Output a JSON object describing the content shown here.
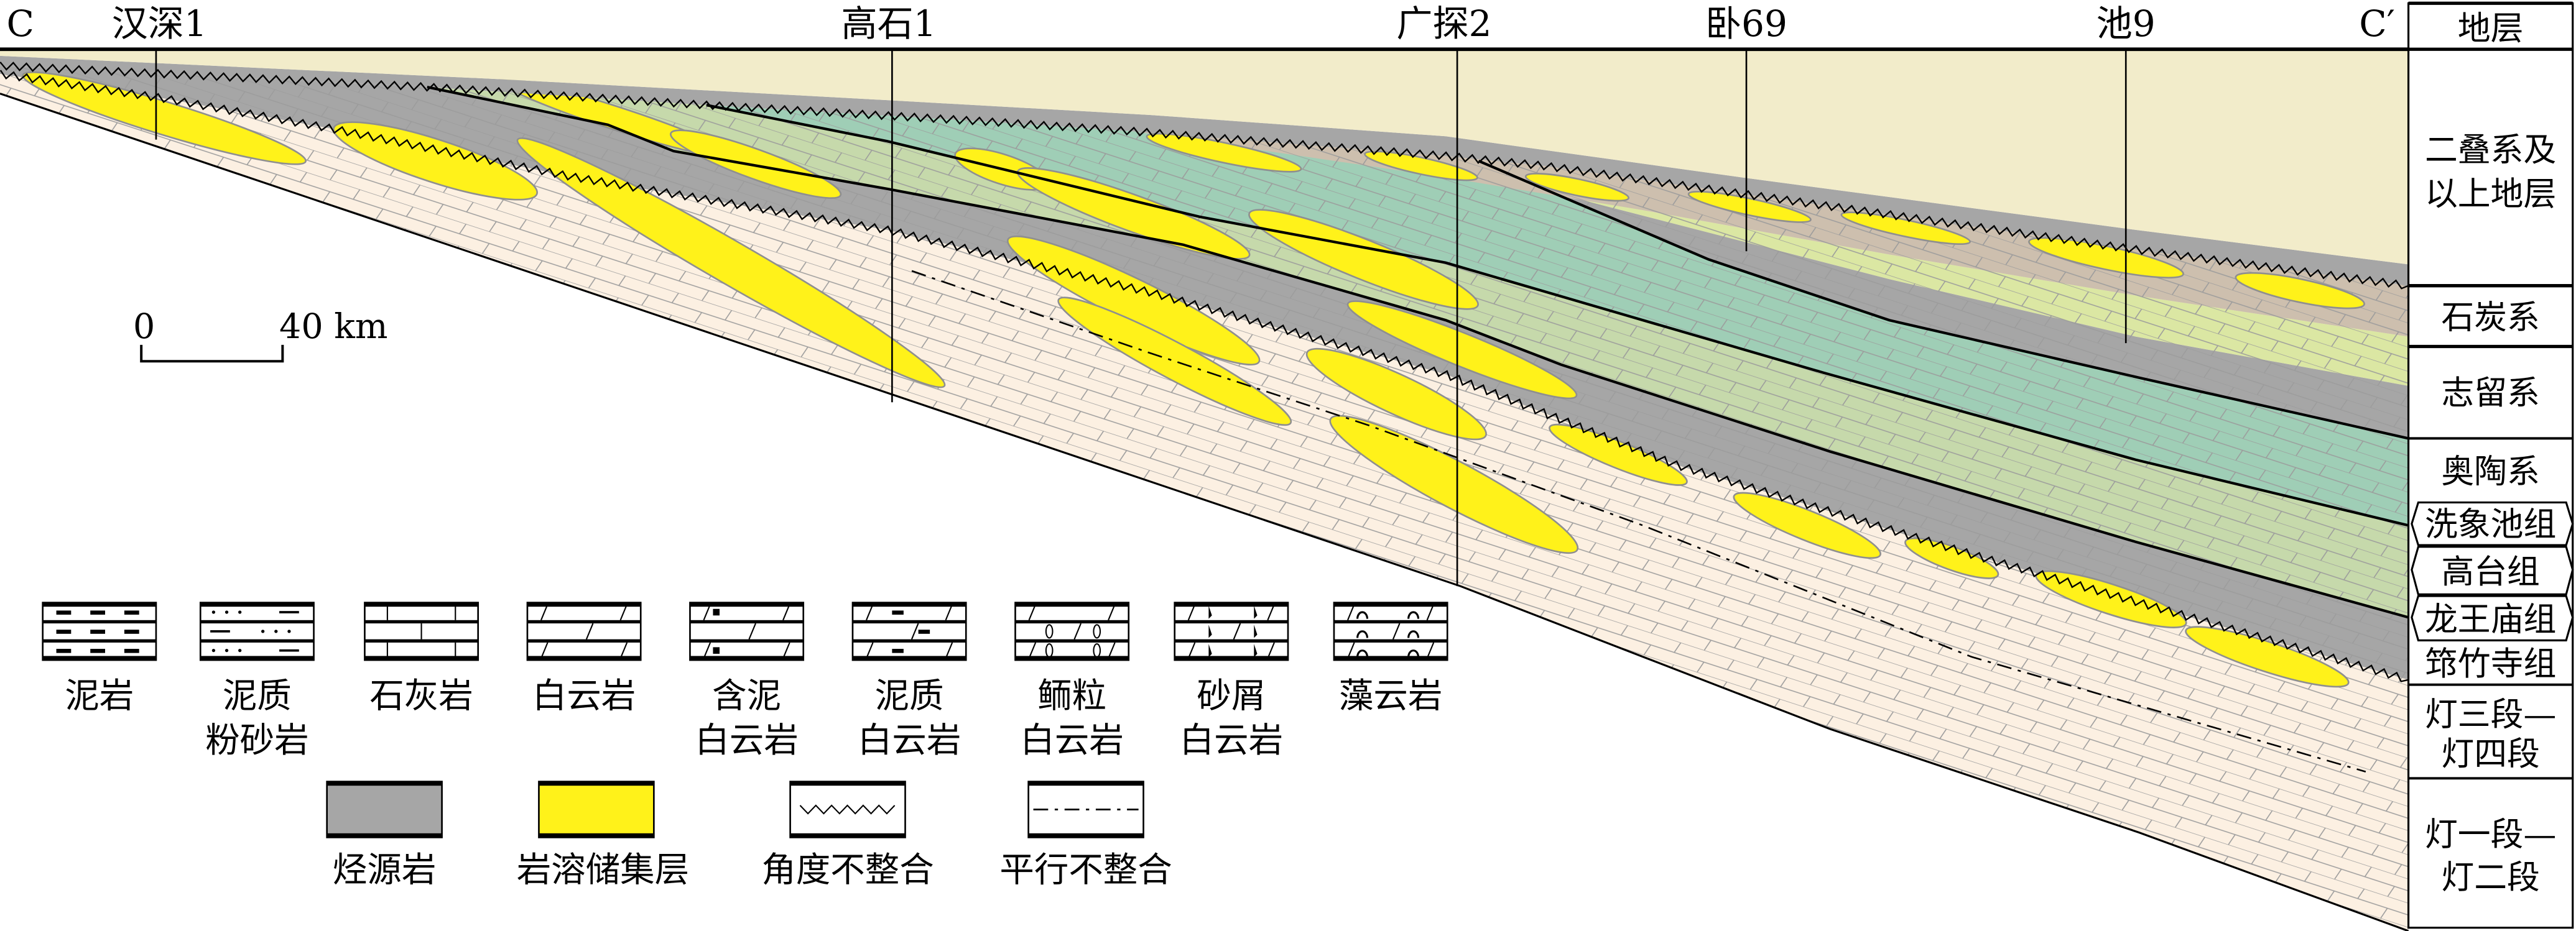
{
  "section": {
    "start_label": "C",
    "end_label": "C′"
  },
  "wells": [
    {
      "name": "汉深1"
    },
    {
      "name": "高石1"
    },
    {
      "name": "广探2"
    },
    {
      "name": "卧69"
    },
    {
      "name": "池9"
    }
  ],
  "scale_bar": {
    "zero": "0",
    "max": "40 km"
  },
  "strata_column": {
    "header": "地层",
    "rows": [
      {
        "lines": [
          "二叠系及",
          "以上地层"
        ]
      },
      {
        "lines": [
          "石炭系"
        ]
      },
      {
        "lines": [
          "志留系"
        ]
      },
      {
        "lines": [
          "奥陶系"
        ]
      },
      {
        "lines": [
          "洗象池组"
        ]
      },
      {
        "lines": [
          "高台组"
        ]
      },
      {
        "lines": [
          "龙王庙组"
        ]
      },
      {
        "lines": [
          "筇竹寺组"
        ]
      },
      {
        "lines": [
          "灯三段—",
          "灯四段"
        ]
      },
      {
        "lines": [
          "灯一段—",
          "灯二段"
        ]
      }
    ]
  },
  "legend": {
    "lithology": [
      {
        "lines": [
          "泥岩"
        ],
        "pattern": "mudstone"
      },
      {
        "lines": [
          "泥质",
          "粉砂岩"
        ],
        "pattern": "silty-mudstone"
      },
      {
        "lines": [
          "石灰岩"
        ],
        "pattern": "limestone"
      },
      {
        "lines": [
          "白云岩"
        ],
        "pattern": "dolomite"
      },
      {
        "lines": [
          "含泥",
          "白云岩"
        ],
        "pattern": "mud-bearing-dolomite"
      },
      {
        "lines": [
          "泥质",
          "白云岩"
        ],
        "pattern": "argillaceous-dolomite"
      },
      {
        "lines": [
          "鲕粒",
          "白云岩"
        ],
        "pattern": "oolitic-dolomite"
      },
      {
        "lines": [
          "砂屑",
          "白云岩"
        ],
        "pattern": "sandy-dolomite"
      },
      {
        "lines": [
          "藻云岩"
        ],
        "pattern": "algal-dolomite"
      }
    ],
    "other": [
      {
        "label": "烃源岩",
        "pattern": "source-rock"
      },
      {
        "label": "岩溶储集层",
        "pattern": "karst-reservoir"
      },
      {
        "label": "角度不整合",
        "pattern": "angular-unconformity"
      },
      {
        "label": "平行不整合",
        "pattern": "parallel-unconformity"
      }
    ]
  },
  "colors": {
    "permian_above": "#f2ecca",
    "source_rock": "#a6a6a6",
    "carboniferous": "#cdbfae",
    "silurian_upper": "#dbe7a3",
    "ordovician": "#9fceb6",
    "cambrian_middle": "#c6d9ab",
    "dengying": "#fcf0e2",
    "karst_reservoir": "#fff21a"
  }
}
